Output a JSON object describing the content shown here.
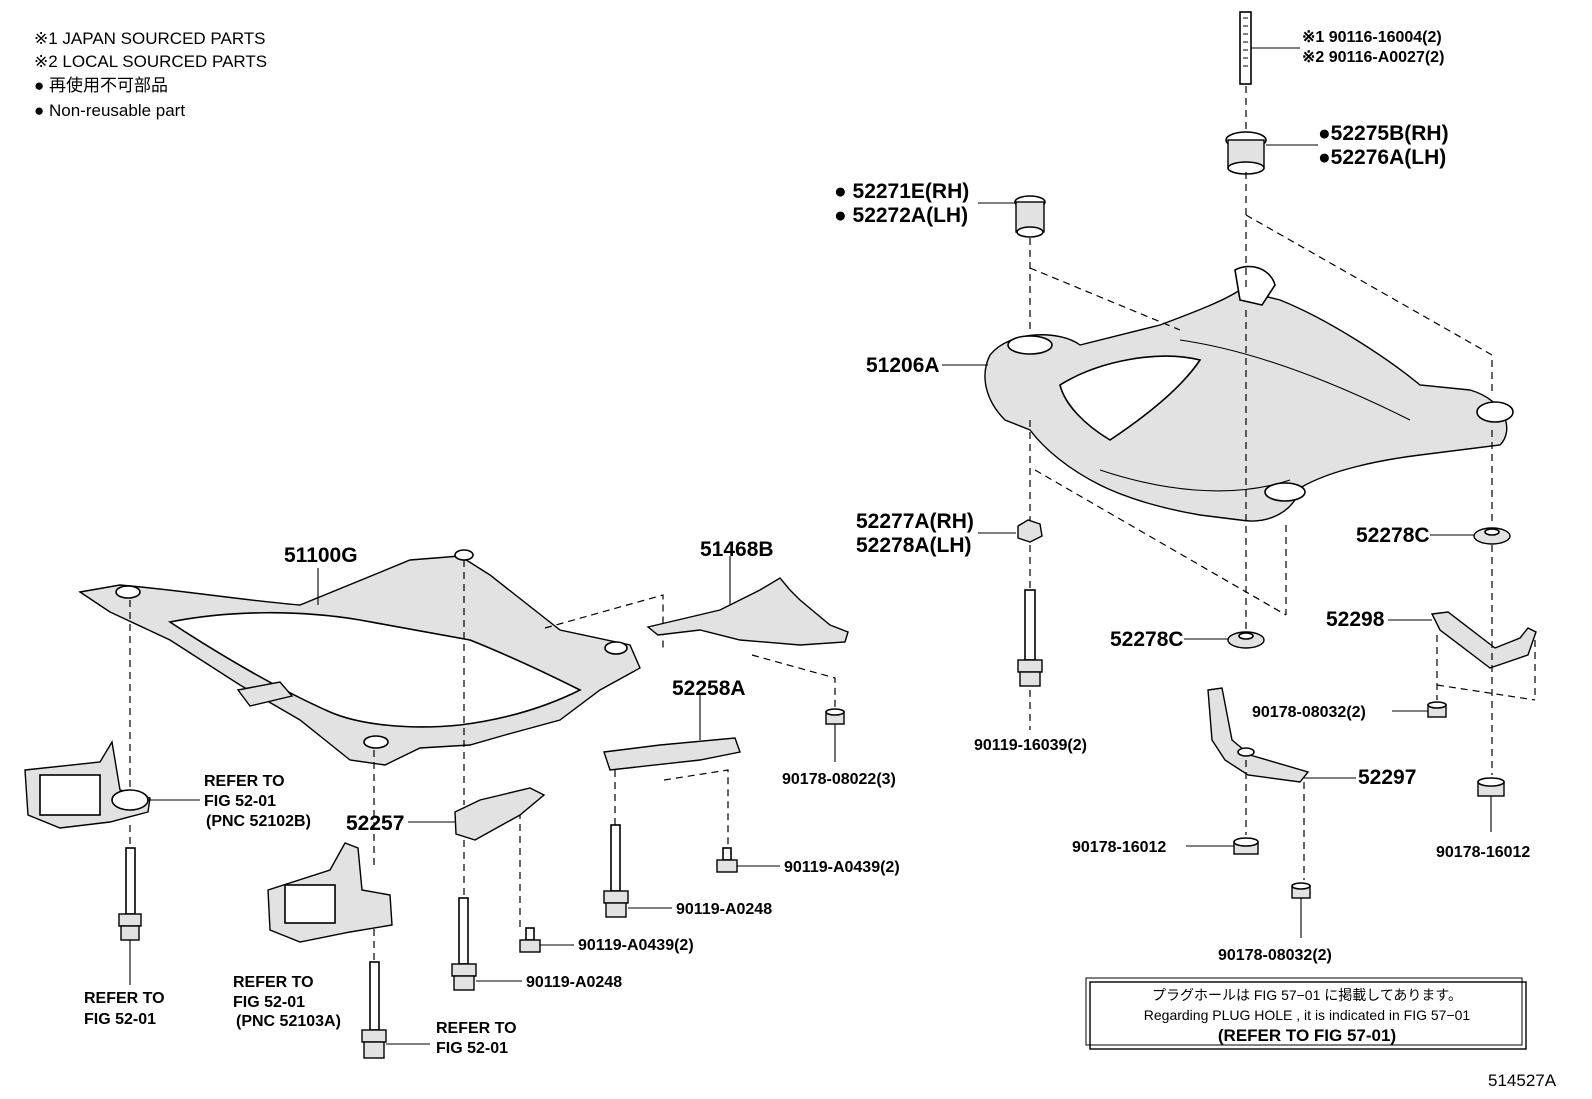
{
  "legend": {
    "line1": "※1 JAPAN SOURCED PARTS",
    "line2": "※2 LOCAL SOURCED PARTS",
    "line3": "● 再使用不可部品",
    "line4": "● Non-reusable part"
  },
  "stud": {
    "line1": "※1 90116-16004(2)",
    "line2": "※2 90116-A0027(2)"
  },
  "labels": {
    "p52275b": "●52275B(RH)",
    "p52276a": "●52276A(LH)",
    "p52271e": "● 52271E(RH)",
    "p52272a": "● 52272A(LH)",
    "p51206a": "51206A",
    "p52277a": "52277A(RH)",
    "p52278a": "52278A(LH)",
    "p52278c_r": "52278C",
    "p52278c_c": "52278C",
    "p52298": "52298",
    "p90178_08032_r": "90178-08032(2)",
    "p90119_16039": "90119-16039(2)",
    "p52297": "52297",
    "p90178_16012_c": "90178-16012",
    "p90178_16012_r": "90178-16012",
    "p90178_08032_b": "90178-08032(2)",
    "p51100g": "51100G",
    "p51468b": "51468B",
    "p52258a": "52258A",
    "p90178_08022": "90178-08022(3)",
    "p52257": "52257",
    "p90119_a0439_a": "90119-A0439(2)",
    "p90119_a0248_a": "90119-A0248",
    "p90119_a0439_b": "90119-A0439(2)",
    "p90119_a0248_b": "90119-A0248"
  },
  "refs": {
    "ref1": {
      "l1": "REFER TO",
      "l2": "FIG 52-01",
      "l3": "(PNC 52102B)"
    },
    "ref2": {
      "l1": "REFER TO",
      "l2": "FIG 52-01"
    },
    "ref3": {
      "l1": "REFER TO",
      "l2": "FIG 52-01",
      "l3": "(PNC 52103A)"
    },
    "ref4": {
      "l1": "REFER TO",
      "l2": "FIG 52-01"
    }
  },
  "notebox": {
    "jp": "プラグホールは FIG 57−01 に掲載してあります。",
    "en": "Regarding  PLUG  HOLE , it is indicated in FIG  57−01",
    "ref": "(REFER TO FIG 57-01)"
  },
  "figure_id": "514527A"
}
